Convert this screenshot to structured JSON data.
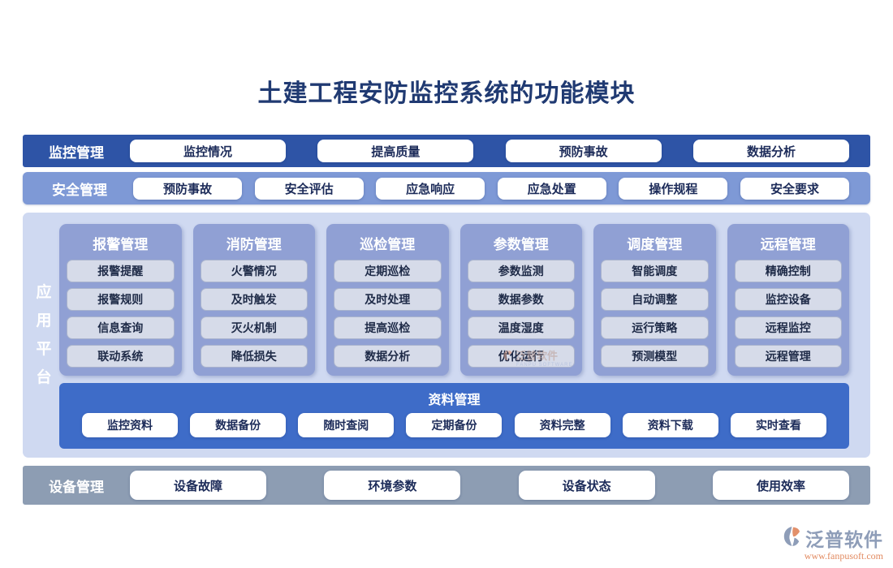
{
  "title": "土建工程安防监控系统的功能模块",
  "rows": [
    {
      "label": "监控管理",
      "items": [
        "监控情况",
        "提高质量",
        "预防事故",
        "数据分析"
      ]
    },
    {
      "label": "安全管理",
      "items": [
        "预防事故",
        "安全评估",
        "应急响应",
        "应急处置",
        "操作规程",
        "安全要求"
      ]
    }
  ],
  "platform": {
    "label": "应用平台",
    "columns": [
      {
        "header": "报警管理",
        "items": [
          "报警提醒",
          "报警规则",
          "信息查询",
          "联动系统"
        ]
      },
      {
        "header": "消防管理",
        "items": [
          "火警情况",
          "及时触发",
          "灭火机制",
          "降低损失"
        ]
      },
      {
        "header": "巡检管理",
        "items": [
          "定期巡检",
          "及时处理",
          "提高巡检",
          "数据分析"
        ]
      },
      {
        "header": "参数管理",
        "items": [
          "参数监测",
          "数据参数",
          "温度湿度",
          "优化运行"
        ]
      },
      {
        "header": "调度管理",
        "items": [
          "智能调度",
          "自动调整",
          "运行策略",
          "预测模型"
        ]
      },
      {
        "header": "远程管理",
        "items": [
          "精确控制",
          "监控设备",
          "远程监控",
          "远程管理"
        ]
      }
    ],
    "data_panel": {
      "title": "资料管理",
      "items": [
        "监控资料",
        "数据备份",
        "随时查阅",
        "定期备份",
        "资料完整",
        "资料下载",
        "实时查看"
      ]
    }
  },
  "device_row": {
    "label": "设备管理",
    "items": [
      "设备故障",
      "环境参数",
      "设备状态",
      "使用效率"
    ]
  },
  "watermark": {
    "brand": "泛普软件",
    "sub": "FANPU SOFTWARE"
  },
  "footer": {
    "brand": "泛普软件",
    "url": "www.fanpusoft.com"
  },
  "colors": {
    "title_text": "#203a72",
    "row1_bg": "#2e54a6",
    "row2_bg": "#7e99d6",
    "platform_bg": "#cfd9f1",
    "column_bg": "#90a0d4",
    "column_item_bg": "#d6dbe9",
    "data_panel_bg": "#3e6cc8",
    "device_row_bg": "#8d9db3",
    "pill_text": "#1c2b59",
    "footer_brand": "#8e9db8",
    "footer_url": "#e28a60"
  }
}
